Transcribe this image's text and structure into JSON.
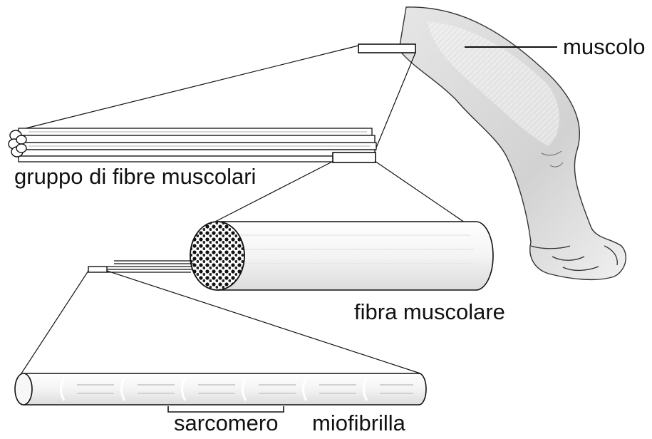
{
  "diagram": {
    "labels": {
      "muscle": "muscolo",
      "fiber_bundle": "gruppo di fibre muscolari",
      "muscle_fiber": "fibra muscolare",
      "sarcomere": "sarcomero",
      "myofibril": "miofibrilla"
    },
    "colors": {
      "ink": "#111111",
      "muscle_tint": "#d8d8d8",
      "fiber_fill": "#f2f2f2",
      "background": "#ffffff"
    }
  }
}
